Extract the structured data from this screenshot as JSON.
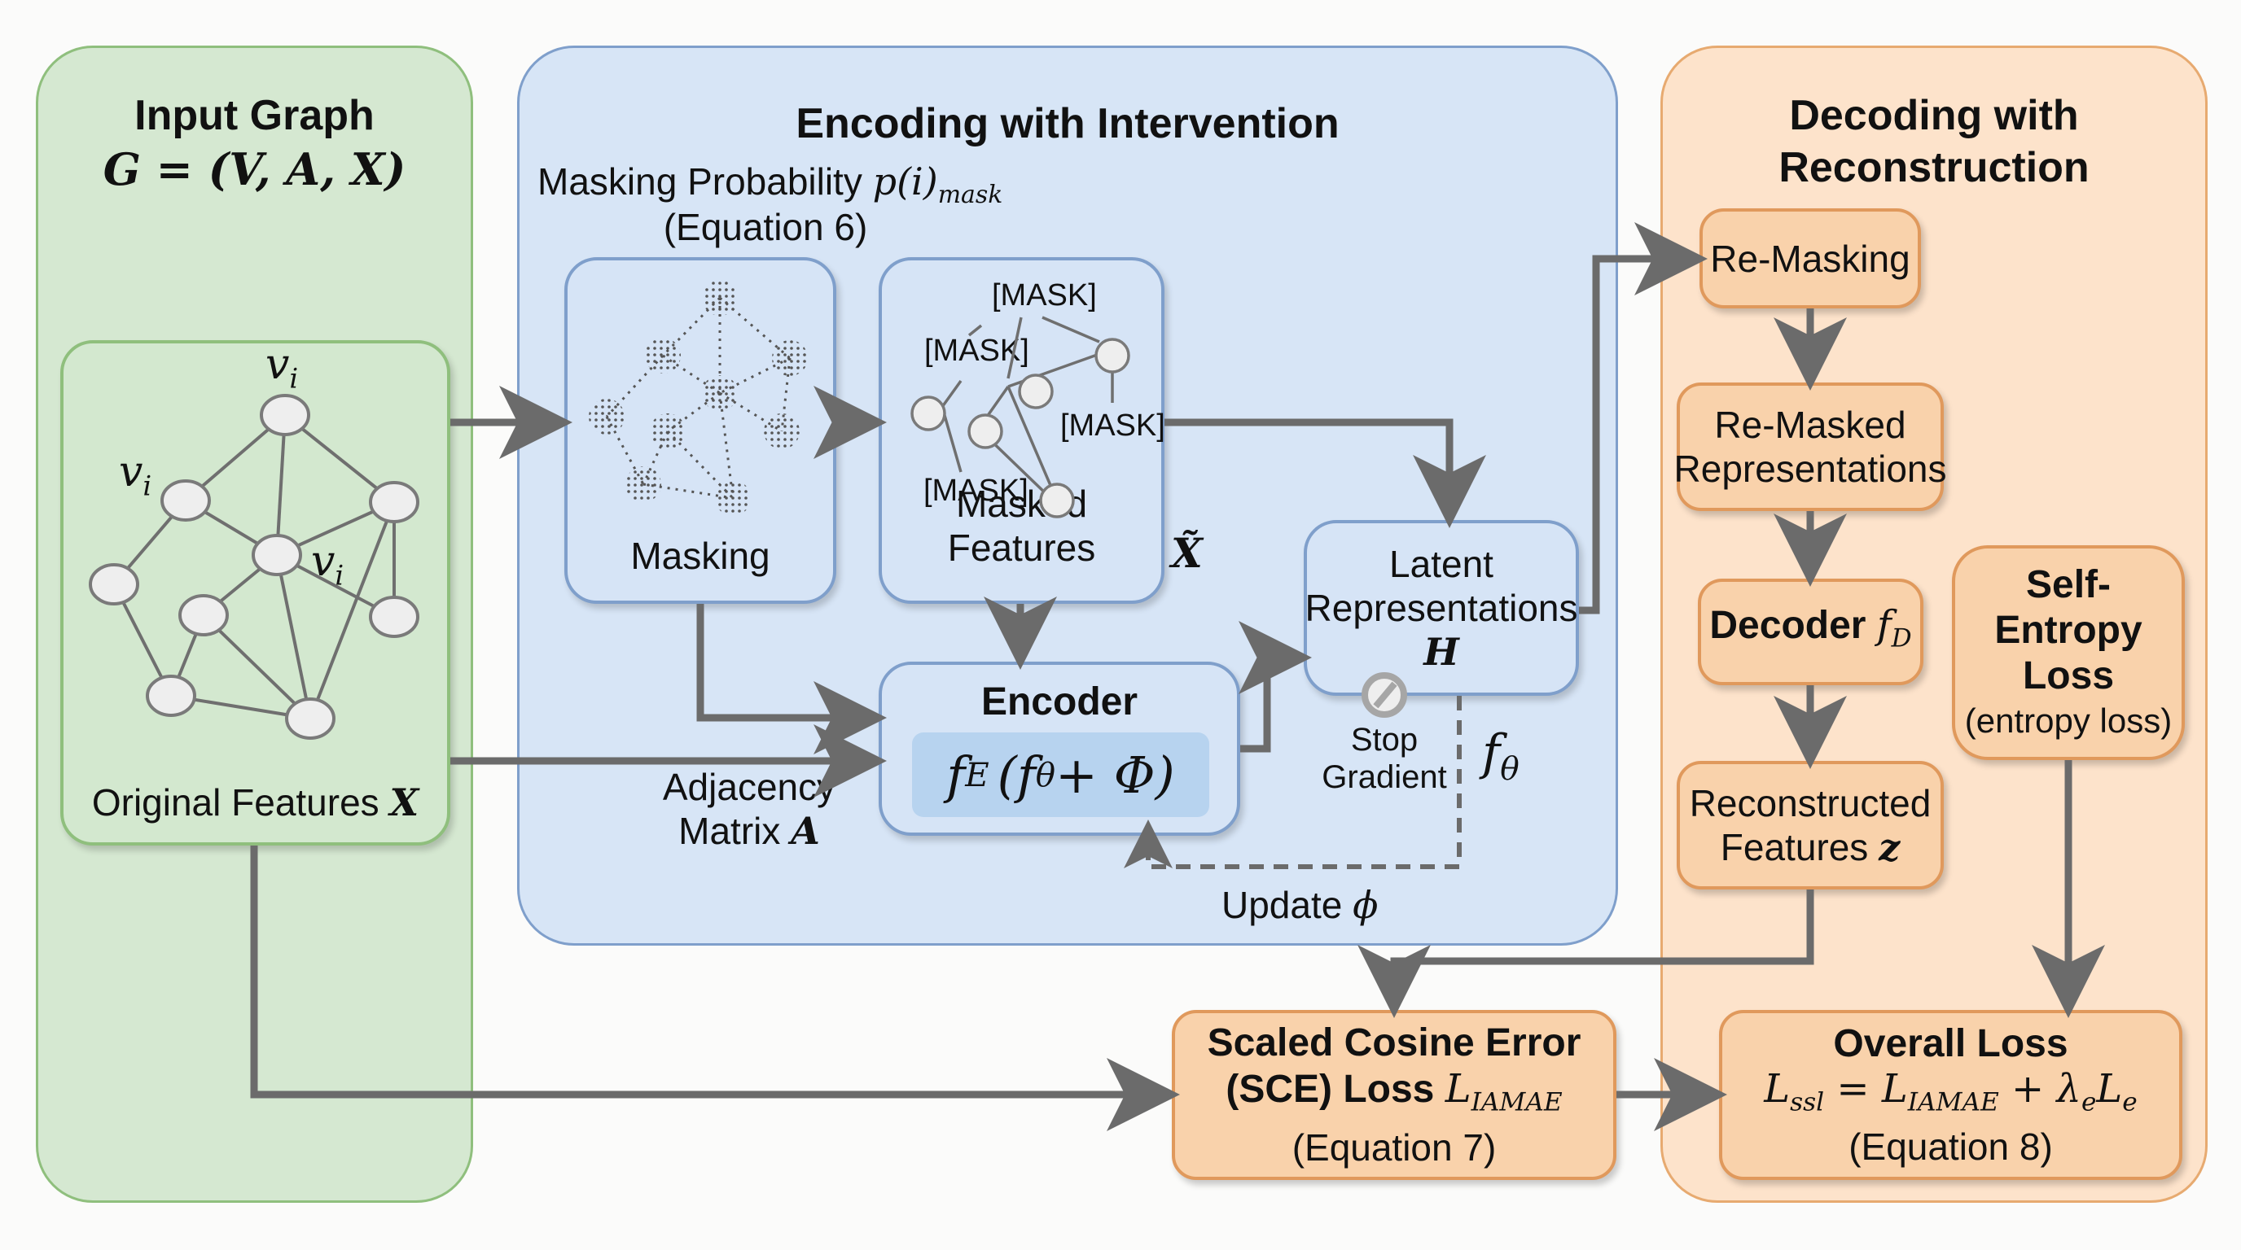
{
  "input_graph": {
    "title": "Input Graph",
    "formula": "G = (V, A, X)",
    "node_labels": [
      "v",
      "v",
      "v"
    ],
    "node_label_sub": "i",
    "features_label": "Original Features",
    "features_symbol": "X"
  },
  "encoding": {
    "title": "Encoding with Intervention",
    "masking_prob_label": "Masking Probability",
    "masking_prob_symbol": "p(i)",
    "masking_prob_sub": "mask",
    "masking_equation": "(Equation 6)",
    "masking_box_label": "Masking",
    "masked_features_label": "Masked Features",
    "masked_features_symbol": "X̃",
    "mask_tokens": [
      "[MASK]",
      "[MASK]",
      "[MASK]",
      "[MASK]"
    ],
    "encoder_title": "Encoder",
    "encoder_formula": {
      "f": "f",
      "f_sub": "E",
      "open": "(",
      "theta_f": "f",
      "theta_sub": "θ",
      "plus_phi": " + Φ)"
    },
    "adjacency_label": "Adjacency",
    "adjacency_label2": "Matrix",
    "adjacency_symbol": "A",
    "latent_line1": "Latent",
    "latent_line2": "Representations",
    "latent_symbol": "H",
    "stop_gradient_line1": "Stop",
    "stop_gradient_line2": "Gradient",
    "f_theta": "f",
    "f_theta_sub": "θ",
    "update_label": "Update",
    "update_symbol": "ϕ"
  },
  "decoding": {
    "title_line1": "Decoding with",
    "title_line2": "Reconstruction",
    "remasking": "Re-Masking",
    "remasked_line1": "Re-Masked",
    "remasked_line2": "Representations",
    "decoder_label": "Decoder",
    "decoder_symbol": "f",
    "decoder_sub": "D",
    "reconstructed_line1": "Reconstructed",
    "reconstructed_line2": "Features",
    "reconstructed_symbol": "z",
    "self_entropy_line1": "Self-",
    "self_entropy_line2": "Entropy",
    "self_entropy_line3": "Loss",
    "self_entropy_note": "(entropy loss)"
  },
  "losses": {
    "sce_line1": "Scaled Cosine Error",
    "sce_line2": "(SCE) Loss",
    "sce_symbol": "L",
    "sce_sub": "IAMAE",
    "sce_equation": "(Equation 7)",
    "overall_title": "Overall Loss",
    "overall_lhs": "L",
    "overall_lhs_sub": "ssl",
    "overall_eq": " = ",
    "overall_t1": "L",
    "overall_t1_sub": "IAMAE",
    "overall_plus": " + ",
    "overall_lambda": "λ",
    "overall_lambda_sub": "e",
    "overall_le": "L",
    "overall_le_sub": "e",
    "overall_equation": "(Equation 8)"
  },
  "colors": {
    "green_panel": "#d5e8d1",
    "blue_panel": "#d7e5f6",
    "orange_panel": "#fde3cb",
    "orange_box": "#f9d2ab",
    "arrow": "#6b6b6b"
  }
}
